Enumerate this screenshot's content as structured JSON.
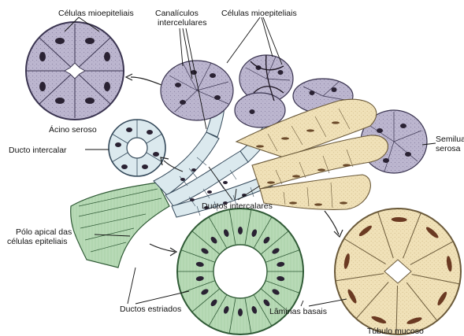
{
  "labels": {
    "mioepiteliais_left": "Células mioepiteliais",
    "canaliculos_1": "Canalículos",
    "canaliculos_2": "intercelulares",
    "mioepiteliais_right": "Células mioepiteliais",
    "acino_seroso": "Ácino seroso",
    "ducto_intercalar": "Ducto intercalar",
    "semilua_1": "Semilua",
    "semilua_2": "serosa",
    "ductos_intercalares": "Ductos intercalares",
    "polo_apical_1": "Pólo apical das",
    "polo_apical_2": "células epiteliais",
    "ductos_estriados": "Ductos estriados",
    "laminas_basais": "Lâminas basais",
    "tubulo_mucoso": "Túbulo mucoso"
  },
  "colors": {
    "serous_cell": "#b9b3cc",
    "serous_outline": "#3a3450",
    "nucleus": "#2a2233",
    "mucous_cell": "#efe0b6",
    "mucous_outline": "#6b5a3a",
    "duct_cell": "#d9e8ee",
    "striated_cell": "#bfe0bf",
    "striated_outline": "#2f5a35",
    "tubulo_fill": "#f1e2bf"
  }
}
